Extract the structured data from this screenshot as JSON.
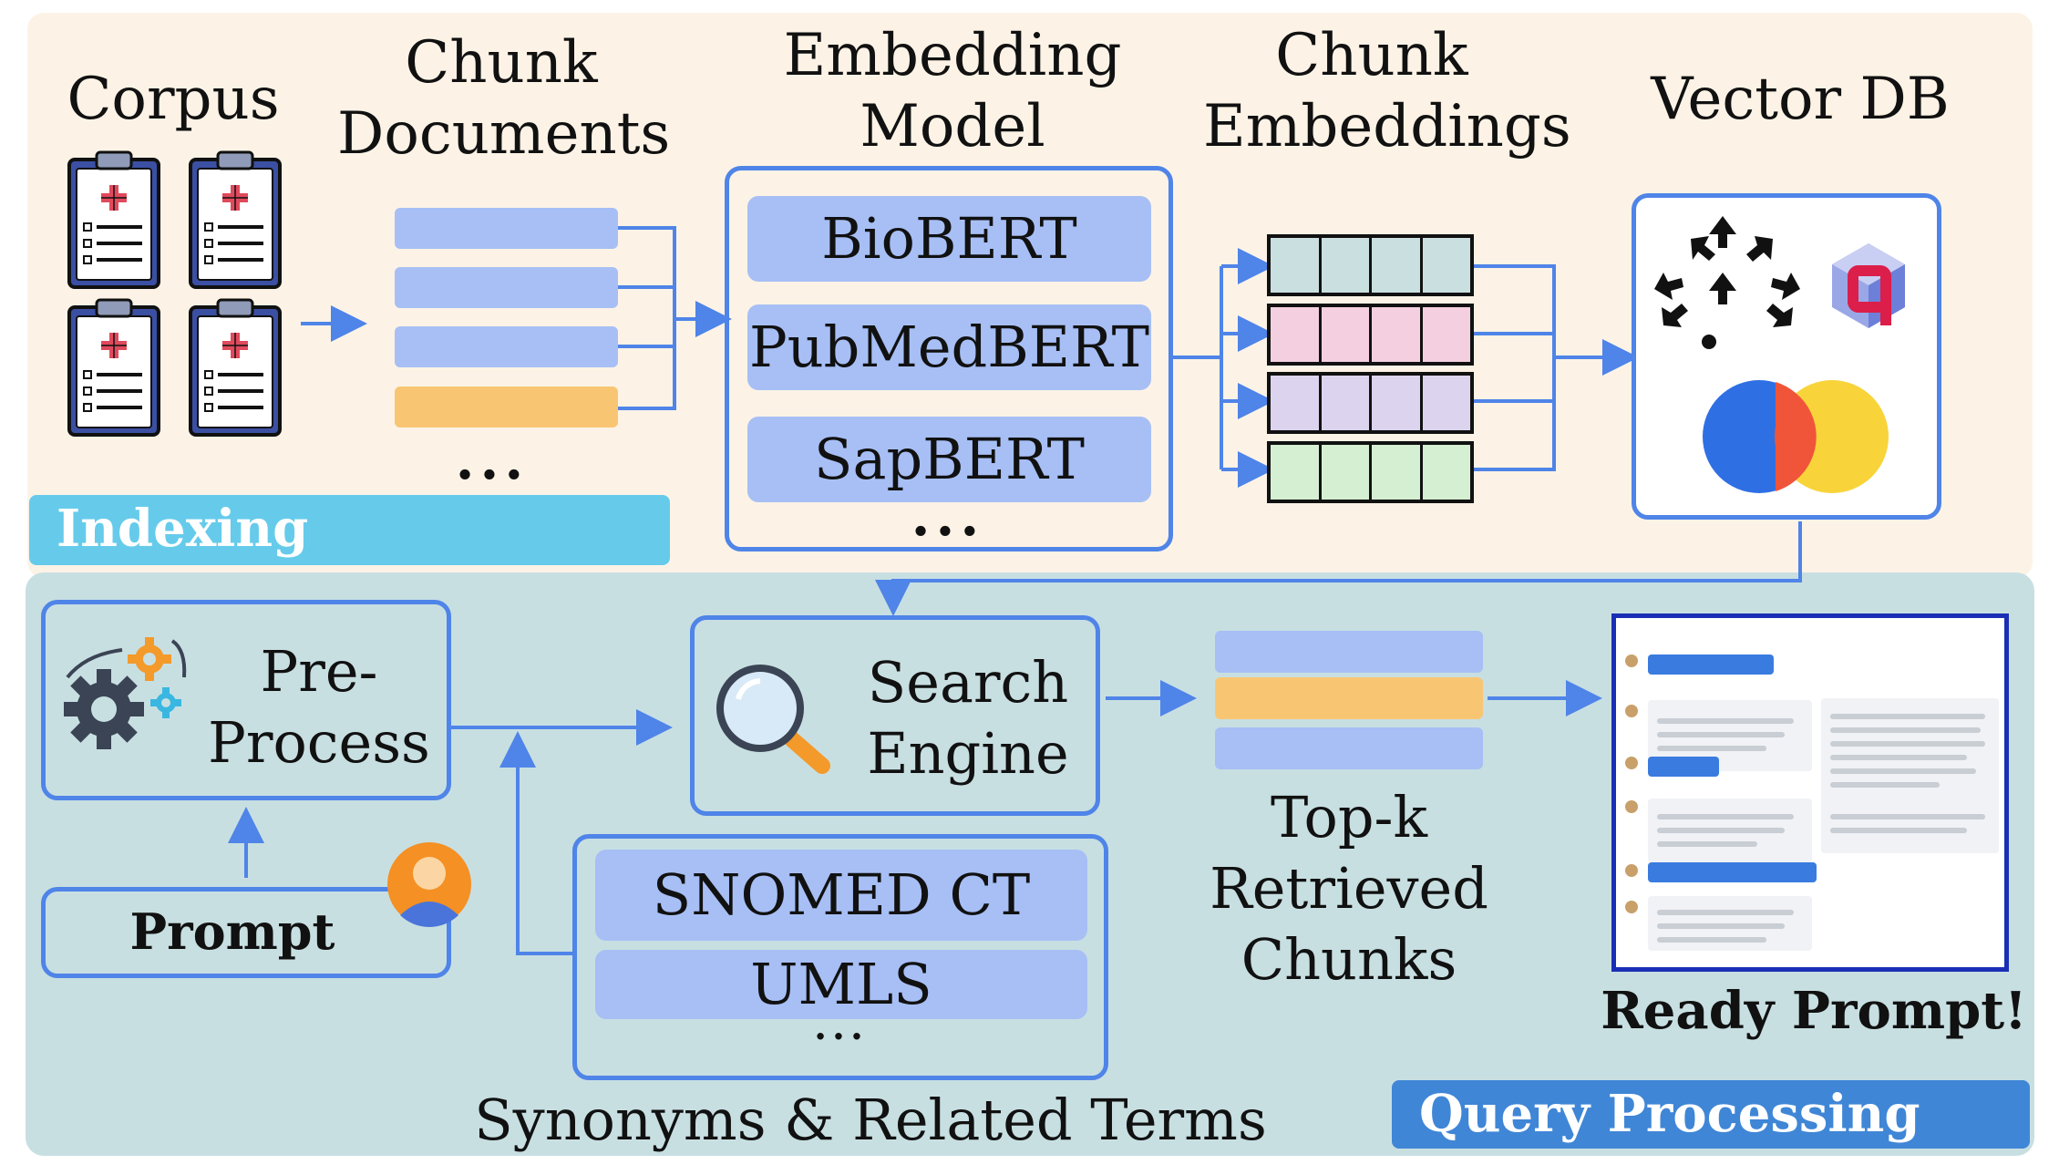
{
  "sections": {
    "indexing": "Indexing",
    "query_processing": "Query Processing"
  },
  "indexing": {
    "corpus": "Corpus",
    "chunk_documents": "Chunk Documents",
    "embedding_model": "Embedding Model",
    "models": [
      "BioBERT",
      "PubMedBERT",
      "SapBERT"
    ],
    "models_more": "...",
    "chunks_more": "...",
    "chunk_embeddings": "Chunk Embeddings",
    "vector_db": "Vector DB"
  },
  "query": {
    "preprocess": "Pre-Process",
    "prompt": "Prompt",
    "search_engine": "Search Engine",
    "terminologies": [
      "SNOMED CT",
      "UMLS"
    ],
    "terminologies_more": "...",
    "synonyms": "Synonyms & Related Terms",
    "top_k": "Top-k Retrieved Chunks",
    "ready_prompt": "Ready Prompt!"
  },
  "colors": {
    "accent_blue": "#4f84e8",
    "pill_blue": "#a7bff5",
    "chunk_orange": "#f8c673",
    "indexing_tag": "#66cbeb",
    "query_tag": "#3f86d6",
    "emb_teal": "#c9dfe0",
    "emb_pink": "#f3cfe0",
    "emb_lavender": "#dcd3ee",
    "emb_green": "#d4efd2"
  },
  "icons": [
    "clipboard-icon",
    "gears-icon",
    "user-avatar-icon",
    "magnifier-icon",
    "vector-db-logo-icons",
    "chat-screenshot-icon"
  ]
}
